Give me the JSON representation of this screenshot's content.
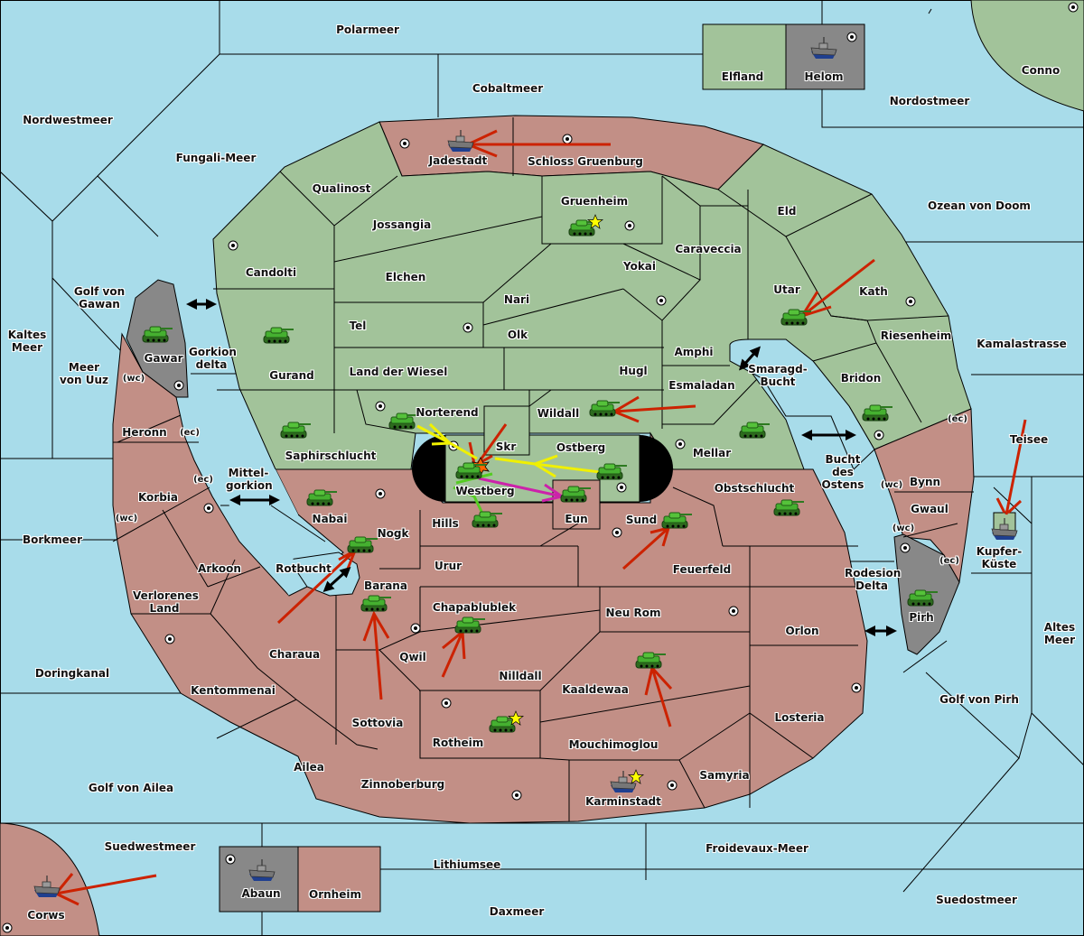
{
  "map": {
    "colors": {
      "sea": "#a8dcea",
      "neutral": "#a2c39a",
      "owner_red": "#c28f86",
      "owner_gray": "#888888",
      "border": "#000000",
      "order_move": "#cc2200",
      "order_support_yellow": "#f0f000",
      "order_support_magenta": "#cc22aa",
      "order_convoy_green": "#55cc22",
      "supply_star": "#ffff00"
    },
    "seas": [
      {
        "name": "Polarmeer"
      },
      {
        "name": "Cobaltmeer"
      },
      {
        "name": "Nordwestmeer"
      },
      {
        "name": "Fungali-Meer"
      },
      {
        "name": "Nordostmeer"
      },
      {
        "name": "Ozean von Doom"
      },
      {
        "name": "Golf von Gawan"
      },
      {
        "name": "Kaltes Meer"
      },
      {
        "name": "Meer von Uuz"
      },
      {
        "name": "Gorkion delta"
      },
      {
        "name": "Mittel-gorkion"
      },
      {
        "name": "Borkmeer"
      },
      {
        "name": "Rotbucht"
      },
      {
        "name": "Doringkanal"
      },
      {
        "name": "Golf von Ailea"
      },
      {
        "name": "Suedwestmeer"
      },
      {
        "name": "Lithiumsee"
      },
      {
        "name": "Daxmeer"
      },
      {
        "name": "Froidevaux-Meer"
      },
      {
        "name": "Suedostmeer"
      },
      {
        "name": "Golf von Pirh"
      },
      {
        "name": "Altes Meer"
      },
      {
        "name": "Rodesion Delta"
      },
      {
        "name": "Bucht des Ostens"
      },
      {
        "name": "Smaragd-Bucht"
      },
      {
        "name": "Kamalastrasse"
      },
      {
        "name": "Teisee"
      }
    ],
    "territories": [
      {
        "name": "Jadestadt",
        "owner": "red",
        "supply": true,
        "unit": "fleet"
      },
      {
        "name": "Schloss Gruenburg",
        "owner": "red",
        "supply": true
      },
      {
        "name": "Elfland",
        "owner": "neutral"
      },
      {
        "name": "Helom",
        "owner": "gray",
        "supply": true,
        "unit": "fleet"
      },
      {
        "name": "Conno",
        "owner": "neutral",
        "supply": true
      },
      {
        "name": "Qualinost",
        "owner": "neutral"
      },
      {
        "name": "Jossangia",
        "owner": "neutral"
      },
      {
        "name": "Gruenheim",
        "owner": "neutral",
        "supply": true,
        "unit": "army",
        "star": true
      },
      {
        "name": "Caraveccia",
        "owner": "neutral"
      },
      {
        "name": "Eld",
        "owner": "neutral"
      },
      {
        "name": "Candolti",
        "owner": "neutral",
        "supply": true
      },
      {
        "name": "Elchen",
        "owner": "neutral"
      },
      {
        "name": "Yokai",
        "owner": "neutral",
        "supply": true
      },
      {
        "name": "Nari",
        "owner": "neutral"
      },
      {
        "name": "Utar",
        "owner": "neutral",
        "unit": "army"
      },
      {
        "name": "Kath",
        "owner": "neutral",
        "supply": true
      },
      {
        "name": "Tel",
        "owner": "neutral",
        "supply": true
      },
      {
        "name": "Olk",
        "owner": "neutral"
      },
      {
        "name": "Gurand",
        "owner": "neutral",
        "unit": "army"
      },
      {
        "name": "Amphi",
        "owner": "neutral"
      },
      {
        "name": "Riesenheim",
        "owner": "neutral"
      },
      {
        "name": "Gawar",
        "owner": "gray",
        "supply": true,
        "unit": "army"
      },
      {
        "name": "Land der Wiesel",
        "owner": "neutral"
      },
      {
        "name": "Hugl",
        "owner": "neutral"
      },
      {
        "name": "Bridon",
        "owner": "neutral",
        "supply": true,
        "unit": "army"
      },
      {
        "name": "Esmaladan",
        "owner": "neutral"
      },
      {
        "name": "Norterend",
        "owner": "neutral",
        "supply": true,
        "unit": "army"
      },
      {
        "name": "Wildall",
        "owner": "neutral",
        "unit": "army"
      },
      {
        "name": "Heronn",
        "owner": "red"
      },
      {
        "name": "Skr",
        "owner": "neutral"
      },
      {
        "name": "Ostberg",
        "owner": "neutral",
        "supply": true,
        "unit": "army"
      },
      {
        "name": "Mellar",
        "owner": "neutral",
        "supply": true,
        "unit": "army"
      },
      {
        "name": "Saphirschlucht",
        "owner": "neutral",
        "unit": "army"
      },
      {
        "name": "Westberg",
        "owner": "neutral",
        "supply": true,
        "unit": "army"
      },
      {
        "name": "Obstschlucht",
        "owner": "red",
        "unit": "army"
      },
      {
        "name": "Bynn",
        "owner": "red"
      },
      {
        "name": "Korbia",
        "owner": "red",
        "supply": true
      },
      {
        "name": "Nabai",
        "owner": "red",
        "supply": true,
        "unit": "army"
      },
      {
        "name": "Eun",
        "owner": "red",
        "unit": "army"
      },
      {
        "name": "Gwaul",
        "owner": "red"
      },
      {
        "name": "Hills",
        "owner": "red",
        "unit": "army"
      },
      {
        "name": "Sund",
        "owner": "red",
        "supply": true,
        "unit": "army"
      },
      {
        "name": "Nogk",
        "owner": "red",
        "unit": "army"
      },
      {
        "name": "Kupfer-Küste",
        "owner": "neutral",
        "unit": "fleet"
      },
      {
        "name": "Arkoon",
        "owner": "red"
      },
      {
        "name": "Urur",
        "owner": "red"
      },
      {
        "name": "Feuerfeld",
        "owner": "red"
      },
      {
        "name": "Barana",
        "owner": "red",
        "unit": "army"
      },
      {
        "name": "Verlorenes Land",
        "owner": "red"
      },
      {
        "name": "Chapablublek",
        "owner": "red",
        "unit": "army"
      },
      {
        "name": "Neu Rom",
        "owner": "red",
        "supply": true
      },
      {
        "name": "Pirh",
        "owner": "gray",
        "supply": true,
        "unit": "army"
      },
      {
        "name": "Orlon",
        "owner": "red"
      },
      {
        "name": "Charaua",
        "owner": "red"
      },
      {
        "name": "Qwil",
        "owner": "red",
        "supply": true
      },
      {
        "name": "Nilldall",
        "owner": "red"
      },
      {
        "name": "Kaaldewaa",
        "owner": "red",
        "unit": "army"
      },
      {
        "name": "Kentommenai",
        "owner": "red",
        "supply": true
      },
      {
        "name": "Losteria",
        "owner": "red",
        "supply": true
      },
      {
        "name": "Sottovia",
        "owner": "red"
      },
      {
        "name": "Rotheim",
        "owner": "red",
        "supply": true,
        "unit": "army",
        "star": true
      },
      {
        "name": "Mouchimoglou",
        "owner": "red"
      },
      {
        "name": "Ailea",
        "owner": "red"
      },
      {
        "name": "Samyria",
        "owner": "red"
      },
      {
        "name": "Zinnoberburg",
        "owner": "red",
        "supply": true
      },
      {
        "name": "Karminstadt",
        "owner": "red",
        "supply": true,
        "unit": "fleet",
        "star": true
      },
      {
        "name": "Abaun",
        "owner": "gray",
        "supply": true,
        "unit": "fleet"
      },
      {
        "name": "Ornheim",
        "owner": "red"
      },
      {
        "name": "Corws",
        "owner": "red",
        "supply": true,
        "unit": "fleet"
      }
    ],
    "coast_labels": [
      "(wc)",
      "(ec)",
      "(ec)",
      "(wc)",
      "(ec)",
      "(wc)",
      "(wc)",
      "(ec)"
    ]
  }
}
